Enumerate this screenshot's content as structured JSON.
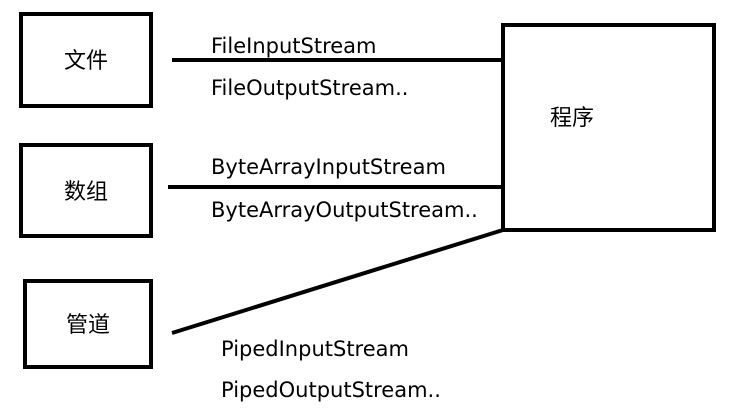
{
  "diagram": {
    "nodes": {
      "file": "文件",
      "array": "数组",
      "pipe": "管道",
      "program": "程序"
    },
    "edges": {
      "file": {
        "input": "FileInputStream",
        "output": "FileOutputStream.."
      },
      "array": {
        "input": "ByteArrayInputStream",
        "output": "ByteArrayOutputStream.."
      },
      "pipe": {
        "input": "PipedInputStream",
        "output": "PipedOutputStream.."
      }
    }
  }
}
